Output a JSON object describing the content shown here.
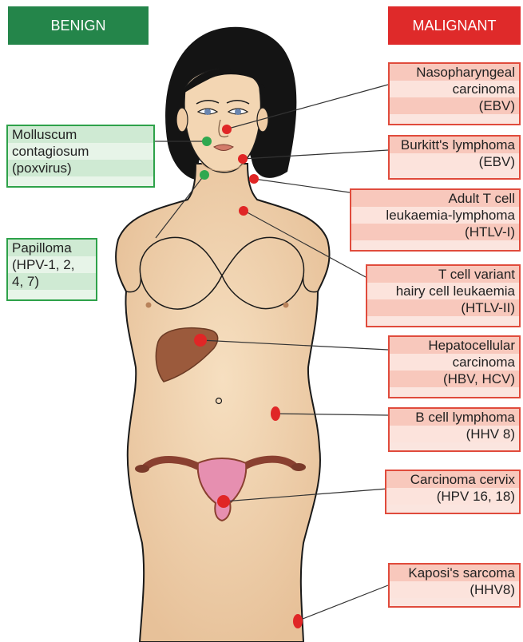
{
  "headers": {
    "benign": "BENIGN",
    "malignant": "MALIGNANT"
  },
  "colors": {
    "benign": "#24854a",
    "malignant": "#df2a2a",
    "skin": "#f1d4b0",
    "hair": "#141414"
  },
  "benign_labels": [
    {
      "id": "molluscum",
      "lines": [
        "Molluscum",
        "contagiosum",
        "(poxvirus)"
      ]
    },
    {
      "id": "papilloma",
      "lines": [
        "Papilloma",
        "(HPV-1, 2,",
        "4, 7)"
      ]
    }
  ],
  "malignant_labels": [
    {
      "id": "nasopharyngeal",
      "lines": [
        "Nasopharyngeal",
        "carcinoma",
        "(EBV)"
      ]
    },
    {
      "id": "burkitt",
      "lines": [
        "Burkitt's lymphoma",
        "(EBV)"
      ]
    },
    {
      "id": "adult-t-cell",
      "lines": [
        "Adult T cell",
        "leukaemia-lymphoma",
        "(HTLV-I)"
      ]
    },
    {
      "id": "hairy-cell",
      "lines": [
        "T cell variant",
        "hairy cell leukaemia",
        "(HTLV-II)"
      ]
    },
    {
      "id": "hepatocellular",
      "lines": [
        "Hepatocellular",
        "carcinoma",
        "(HBV, HCV)"
      ]
    },
    {
      "id": "b-cell",
      "lines": [
        "B cell lymphoma",
        "(HHV 8)"
      ]
    },
    {
      "id": "cervix",
      "lines": [
        "Carcinoma cervix",
        "(HPV 16, 18)"
      ]
    },
    {
      "id": "kaposi",
      "lines": [
        "Kaposi's sarcoma",
        "(HHV8)"
      ]
    }
  ]
}
